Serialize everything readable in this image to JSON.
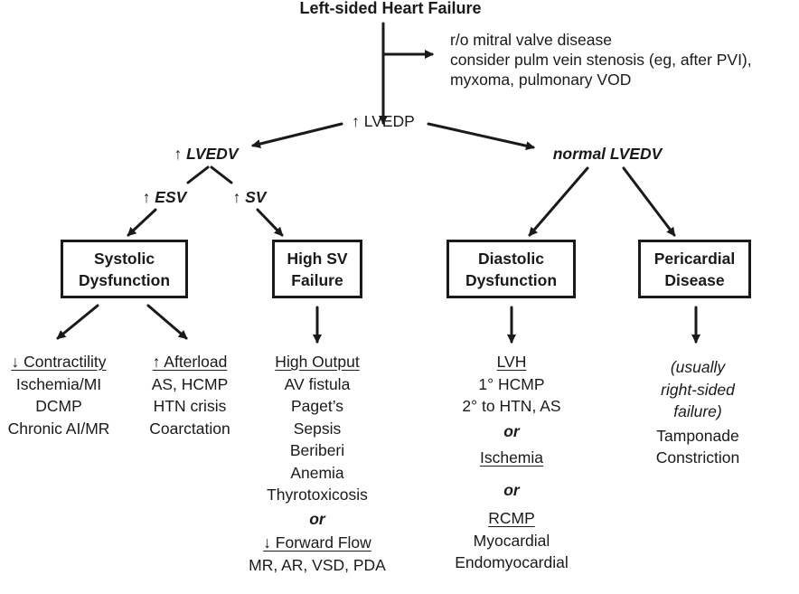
{
  "title": "Left-sided Heart Failure",
  "side_note": [
    "r/o mitral valve disease",
    "consider pulm vein stenosis (eg, after PVI),",
    "myxoma, pulmonary VOD"
  ],
  "lvedp": "↑ LVEDP",
  "inc_lvedv": "↑ LVEDV",
  "normal_lvedv": "normal LVEDV",
  "esv": "↑ ESV",
  "sv": "↑ SV",
  "boxes": {
    "systolic": [
      "Systolic",
      "Dysfunction"
    ],
    "high_sv": [
      "High SV",
      "Failure"
    ],
    "diastolic": [
      "Diastolic",
      "Dysfunction"
    ],
    "pericardial": [
      "Pericardial",
      "Disease"
    ]
  },
  "contractility": {
    "header": "↓ Contractility",
    "items": [
      "Ischemia/MI",
      "DCMP",
      "Chronic AI/MR"
    ]
  },
  "afterload": {
    "header": "↑ Afterload",
    "items": [
      "AS, HCMP",
      "HTN crisis",
      "Coarctation"
    ]
  },
  "high_output": {
    "header": "High Output",
    "items": [
      "AV fistula",
      "Paget’s",
      "Sepsis",
      "Beriberi",
      "Anemia",
      "Thyrotoxicosis"
    ],
    "or": "or",
    "forward_header": "↓ Forward Flow",
    "forward_items": [
      "MR, AR, VSD, PDA"
    ]
  },
  "diastolic_causes": {
    "lvh": "LVH",
    "lvh_items": [
      "1° HCMP",
      "2° to HTN, AS"
    ],
    "or1": "or",
    "ischemia": "Ischemia",
    "or2": "or",
    "rcmp": "RCMP",
    "rcmp_items": [
      "Myocardial",
      "Endomyocardial"
    ]
  },
  "pericardial_causes": {
    "note": [
      "(usually",
      "right-sided",
      "failure)"
    ],
    "items": [
      "Tamponade",
      "Constriction"
    ]
  }
}
